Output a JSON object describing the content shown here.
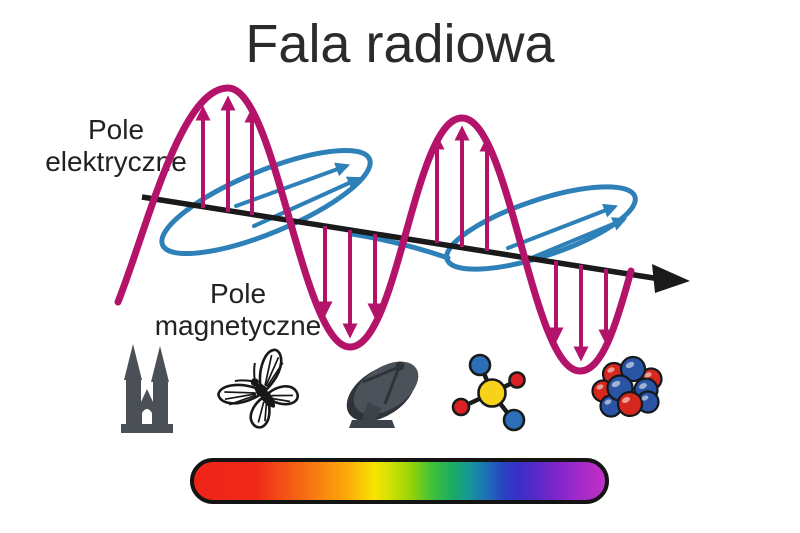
{
  "title": "Fala radiowa",
  "labels": {
    "electric": {
      "line1": "Pole",
      "line2": "elektryczne"
    },
    "magnetic": {
      "line1": "Pole",
      "line2": "magnetyczne"
    }
  },
  "diagram": {
    "type": "electromagnetic-wave-illustration",
    "electric_field_color": "#b4136a",
    "magnetic_field_color": "#2e80b8",
    "axis_color": "#1a1a1a",
    "electric_wave_peaks": 2,
    "electric_wave_troughs": 2,
    "magnetic_wave_lobes": 2,
    "electric_field_arrows": 12,
    "magnetic_field_arrows": 4
  },
  "icons": [
    {
      "name": "cathedral-icon",
      "color": "#4a5056"
    },
    {
      "name": "butterfly-icon",
      "color": "#16181a"
    },
    {
      "name": "satellite-dish-icon",
      "color": "#3d434a"
    },
    {
      "name": "molecule-icon",
      "colors": [
        "#f8d21a",
        "#2b6fb8",
        "#dd1f26"
      ]
    },
    {
      "name": "atomic-nucleus-icon",
      "colors": [
        "#d6281e",
        "#2a55a4"
      ]
    }
  ],
  "spectrum_bar": {
    "border_color": "#141414",
    "colors": [
      "#ee2418 0%",
      "#f02a17 15%",
      "#f55c15 24%",
      "#f9840f 31%",
      "#fbb007 38%",
      "#f7e402 44%",
      "#cfe004 48%",
      "#92d309 53%",
      "#3fc13b 58%",
      "#1bab63 63%",
      "#16989b 67%",
      "#1d72b5 71%",
      "#2746c3 75%",
      "#392fc6 79%",
      "#5e28c8 84%",
      "#8426ca 89%",
      "#aa2bc9 95%",
      "#c030c7 100%"
    ]
  }
}
